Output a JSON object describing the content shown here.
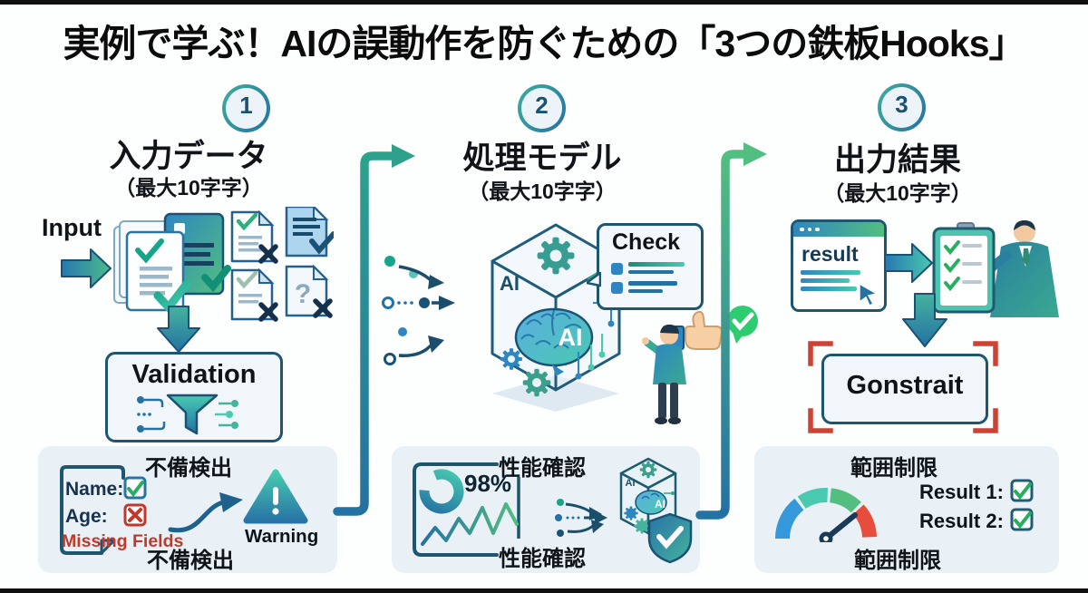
{
  "title": "実例で学ぶ！AIの誤動作を防ぐための「3つの鉄板Hooks」",
  "steps": [
    {
      "number": "1",
      "heading": "入力データ",
      "subheading": "（最大10字字）",
      "input_label": "Input",
      "unknown_doc_label": "?",
      "validation_label": "Validation",
      "panel": {
        "top_label": "不備検出",
        "bottom_label": "不備検出",
        "name_label": "Name:",
        "age_label": "Age:",
        "missing_label": "Missing Fields",
        "warning_label": "Warning"
      }
    },
    {
      "number": "2",
      "heading": "処理モデル",
      "subheading": "（最大10字字）",
      "cube_face_label": "AI",
      "cube_core_label": "AI",
      "check_label": "Check",
      "panel": {
        "top_label": "性能確認",
        "bottom_label": "性能確認",
        "accuracy": "98%",
        "mini_cube_face_label": "AI",
        "mini_cube_core_label": "AI"
      }
    },
    {
      "number": "3",
      "heading": "出力結果",
      "subheading": "（最大10字字）",
      "result_window_label": "result",
      "constraint_label": "Gonstrait",
      "panel": {
        "top_label": "範囲制限",
        "bottom_label": "範囲制限",
        "result1_label": "Result 1:",
        "result2_label": "Result 2:"
      }
    }
  ],
  "colors": {
    "accent_teal": "#45b39d",
    "accent_blue": "#2471a3",
    "accent_green": "#52be80",
    "warning_red": "#c0392b",
    "panel_bg": "#e9f0f6",
    "ink": "#111111"
  }
}
